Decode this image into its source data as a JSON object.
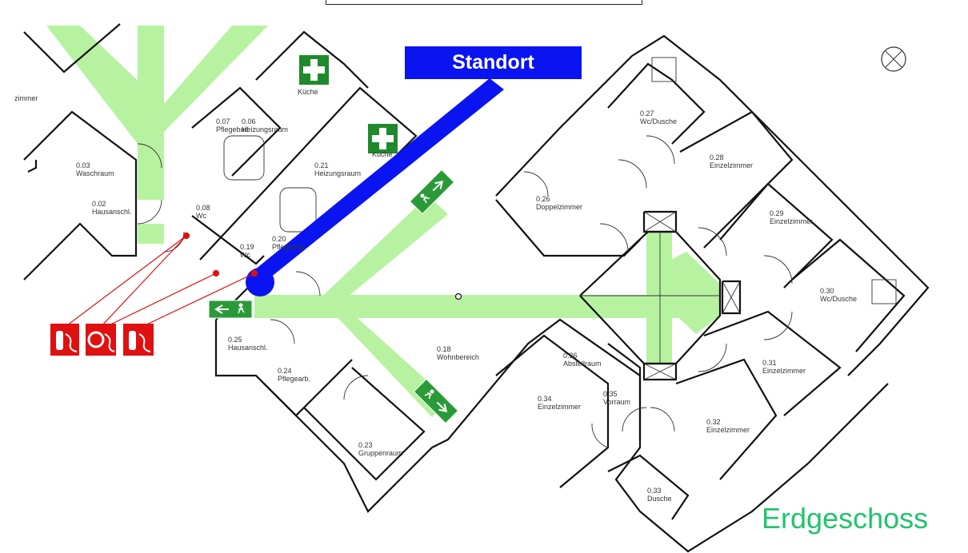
{
  "floor_title": "Erdgeschoss",
  "location_marker": {
    "label": "Standort",
    "color": "#0a14f0"
  },
  "colors": {
    "escape_route": "#b7f2a0",
    "first_aid": "#1e8a2c",
    "emergency_exit": "#2a9a38",
    "fire_equipment": "#e01010",
    "walls": "#111111"
  },
  "rooms": [
    {
      "id": "r-left-partial",
      "name": "zimmer",
      "number": ""
    },
    {
      "id": "r003",
      "number": "0.03",
      "name": "Waschraum"
    },
    {
      "id": "r002",
      "number": "0.02",
      "name": "Hausanschl."
    },
    {
      "id": "r007",
      "number": "0.07",
      "name": "Pflegebad"
    },
    {
      "id": "r006",
      "number": "0.06",
      "name": "Heizungsraum"
    },
    {
      "id": "r-kueche1",
      "number": "",
      "name": "Küche"
    },
    {
      "id": "r008",
      "number": "0.08",
      "name": "Wc"
    },
    {
      "id": "r021",
      "number": "0.21",
      "name": "Heizungsraum"
    },
    {
      "id": "r-kueche2",
      "number": "",
      "name": "Küche"
    },
    {
      "id": "r020",
      "number": "0.20",
      "name": "Pflegebad"
    },
    {
      "id": "r019",
      "number": "0.19",
      "name": "Wc"
    },
    {
      "id": "r025",
      "number": "0.25",
      "name": "Hausanschl."
    },
    {
      "id": "r024",
      "number": "0.24",
      "name": "Pflegearb."
    },
    {
      "id": "r023",
      "number": "0.23",
      "name": "Gruppenraum"
    },
    {
      "id": "r018",
      "number": "0.18",
      "name": "Wohnbereich"
    },
    {
      "id": "r026",
      "number": "0.26",
      "name": "Doppelzimmer"
    },
    {
      "id": "r027",
      "number": "0.27",
      "name": "Wc/Dusche"
    },
    {
      "id": "r028",
      "number": "0.28",
      "name": "Einzelzimmer"
    },
    {
      "id": "r029",
      "number": "0.29",
      "name": "Einzelzimmer"
    },
    {
      "id": "r030",
      "number": "0.30",
      "name": "Wc/Dusche"
    },
    {
      "id": "r031",
      "number": "0.31",
      "name": "Einzelzimmer"
    },
    {
      "id": "r036",
      "number": "0.36",
      "name": "Abstellraum"
    },
    {
      "id": "r035",
      "number": "0.35",
      "name": "Vorraum"
    },
    {
      "id": "r034",
      "number": "0.34",
      "name": "Einzelzimmer"
    },
    {
      "id": "r032",
      "number": "0.32",
      "name": "Einzelzimmer"
    },
    {
      "id": "r033",
      "number": "0.33",
      "name": "Dusche"
    }
  ],
  "symbols": {
    "first_aid": "first-aid-cross-icon",
    "exit": "emergency-exit-icon",
    "extinguisher": "fire-extinguisher-icon",
    "hose": "fire-hose-icon",
    "north": "compass-icon"
  }
}
